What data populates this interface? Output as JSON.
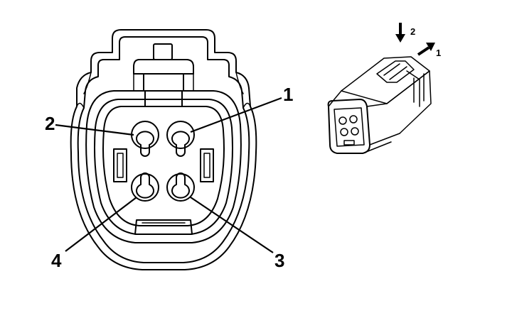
{
  "diagram": {
    "terminal_labels": {
      "t1": "1",
      "t2": "2",
      "t3": "3",
      "t4": "4"
    },
    "direction_labels": {
      "d1": "1",
      "d2": "2"
    }
  },
  "colors": {
    "line": "#000000",
    "background": "#ffffff"
  }
}
